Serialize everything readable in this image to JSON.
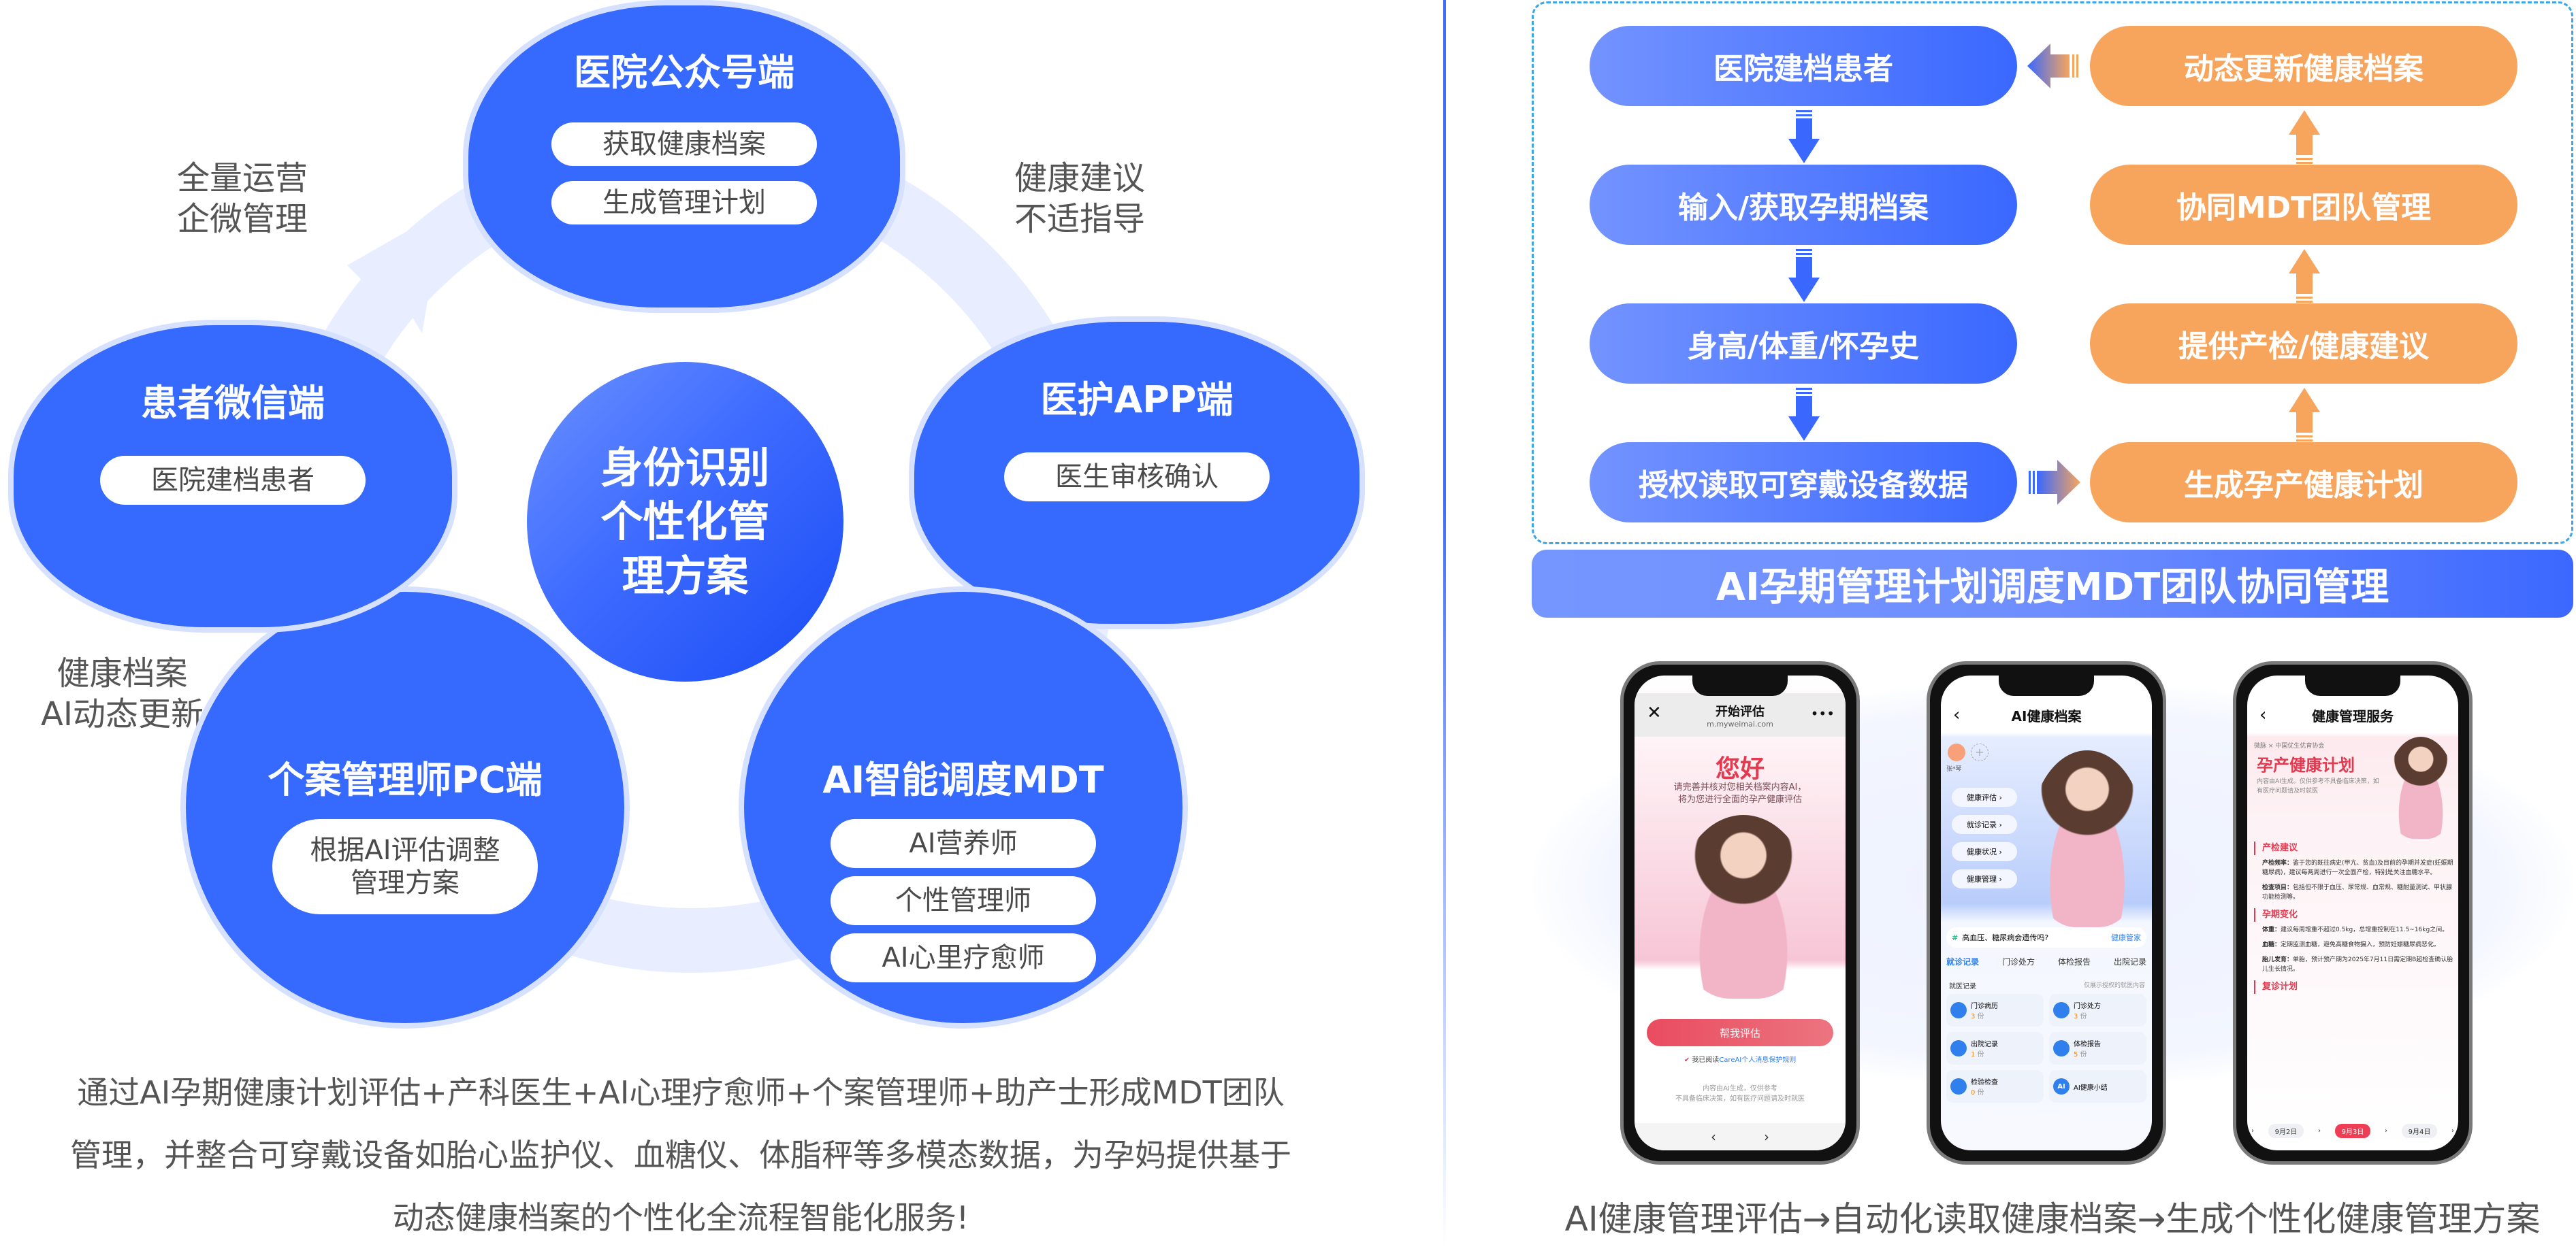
{
  "cycle": {
    "center": "身份识别\n个性化管\n理方案",
    "nodes": [
      {
        "title": "医院公众号端",
        "items": [
          "获取健康档案",
          "生成管理计划"
        ]
      },
      {
        "title": "医护APP端",
        "items": [
          "医生审核确认"
        ]
      },
      {
        "title": "AI智能调度MDT",
        "items": [
          "AI营养师",
          "个性管理师",
          "AI心里疗愈师"
        ]
      },
      {
        "title": "个案管理师PC端",
        "items": [
          "根据AI评估调整\n管理方案"
        ]
      },
      {
        "title": "患者微信端",
        "items": [
          "医院建档患者"
        ]
      }
    ],
    "labels": {
      "top_left": "全量运营\n企微管理",
      "top_right": "健康建议\n不适指导",
      "bottom_left": "健康档案\nAI动态更新"
    }
  },
  "summary": [
    "通过AI孕期健康计划评估+产科医生+AI心理疗愈师+个案管理师+助产士形成MDT团队",
    "管理，并整合可穿戴设备如胎心监护仪、血糖仪、体脂秤等多模态数据，为孕妈提供基于",
    "动态健康档案的个性化全流程智能化服务!"
  ],
  "flow": {
    "left": [
      "医院建档患者",
      "输入/获取孕期档案",
      "身高/体重/怀孕史",
      "授权读取可穿戴设备数据"
    ],
    "right": [
      "动态更新健康档案",
      "协同MDT团队管理",
      "提供产检/健康建议",
      "生成孕产健康计划"
    ],
    "banner": "AI孕期管理计划调度MDT团队协同管理",
    "colors": {
      "blue": "#3a68ff",
      "orange": "#f7a55c"
    }
  },
  "phones": {
    "p1": {
      "nav_title": "开始评估",
      "nav_url": "m.myweimai.com",
      "greeting": "您好",
      "intro": "请完善并核对您相关档案内容AI，\n将为您进行全面的孕产健康评估",
      "button": "帮我评估",
      "consent_prefix": "我已阅读",
      "consent_link": "CareAI个人消息保护规则",
      "disclaimer": "内容由AI生成，仅供参考\n不具备临床决策，如有医疗问题请及时就医"
    },
    "p2": {
      "nav_title": "AI健康档案",
      "user": "张*琴",
      "menu": [
        "健康评估",
        "就诊记录",
        "健康状况",
        "健康管理"
      ],
      "chat_q": "高血压、糖尿病会遗传吗?",
      "chat_link": "健康管家",
      "tabs": [
        "就诊记录",
        "门诊处方",
        "体检报告",
        "出院记录"
      ],
      "section": "就医记录",
      "section_note": "仅展示授权的就医内容",
      "cards": [
        {
          "name": "门诊病历",
          "count": "3",
          "unit": "份"
        },
        {
          "name": "门诊处方",
          "count": "3",
          "unit": "份"
        },
        {
          "name": "出院记录",
          "count": "1",
          "unit": "份"
        },
        {
          "name": "体检报告",
          "count": "5",
          "unit": "份"
        },
        {
          "name": "检验检查",
          "count": "0",
          "unit": "份"
        },
        {
          "name": "AI健康小结",
          "count": "",
          "unit": ""
        }
      ]
    },
    "p3": {
      "nav_title": "健康管理服务",
      "partner_a": "微脉",
      "partner_x": "×",
      "partner_b": "中国优生优育协会",
      "plan_title": "孕产健康计划",
      "plan_note": "内容由AI生成。仅供参考不具备临床决策，如有医疗问题请及时就医",
      "sections": [
        {
          "heading": "产检建议",
          "paras": [
            {
              "k": "产检频率：",
              "v": "鉴于您的既往病史(甲亢、贫血)及目前的孕期并发症(妊娠期糖尿病)，建议每两周进行一次全面产检，特别是关注血糖水平。"
            },
            {
              "k": "检查项目：",
              "v": "包括但不限于血压、尿常规、血常规、糖耐量测试、甲状腺功能检测等。"
            }
          ]
        },
        {
          "heading": "孕期变化",
          "paras": [
            {
              "k": "体重：",
              "v": "建议每周增重不超过0.5kg，总增重控制在11.5~16kg之间。"
            },
            {
              "k": "血糖：",
              "v": "定期监测血糖，避免高糖食物摄入，预防妊娠糖尿病恶化。"
            },
            {
              "k": "胎儿发育：",
              "v": "单胎，预计预产期为2025年7月11日需定期B超检查确认胎儿生长情况。"
            }
          ]
        },
        {
          "heading": "复诊计划",
          "paras": []
        }
      ],
      "dates": [
        "9月2日",
        "9月3日",
        "9月4日"
      ],
      "selected_date": "9月3日"
    }
  },
  "caption": "AI健康管理评估→自动化读取健康档案→生成个性化健康管理方案"
}
